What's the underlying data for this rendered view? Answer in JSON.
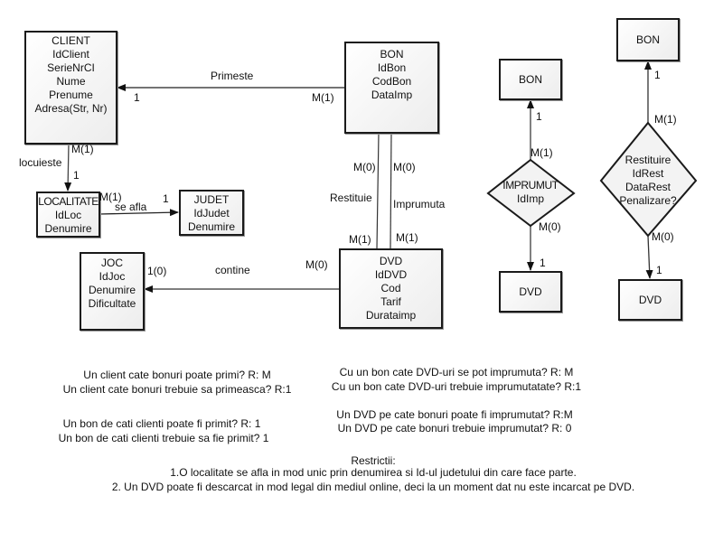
{
  "entities": {
    "client": {
      "lines": [
        "CLIENT",
        "IdClient",
        "SerieNrCI",
        "Nume",
        "Prenume",
        "Adresa(Str, Nr)"
      ]
    },
    "bon_main": {
      "lines": [
        "BON",
        "IdBon",
        "CodBon",
        "DataImp"
      ]
    },
    "localitate": {
      "lines": [
        "LOCALITATE",
        "IdLoc",
        "Denumire"
      ]
    },
    "judet": {
      "lines": [
        "JUDET",
        "IdJudet",
        "Denumire"
      ]
    },
    "joc": {
      "lines": [
        "JOC",
        "IdJoc",
        "Denumire",
        "Dificultate"
      ]
    },
    "dvd_main": {
      "lines": [
        "DVD",
        "IdDVD",
        "Cod",
        "Tarif",
        "Durataimp"
      ]
    },
    "bon_imp": {
      "lines": [
        "BON"
      ]
    },
    "dvd_imp": {
      "lines": [
        "DVD"
      ]
    },
    "bon_rest": {
      "lines": [
        "BON"
      ]
    },
    "dvd_rest": {
      "lines": [
        "DVD"
      ]
    }
  },
  "associations": {
    "imprumut": {
      "lines": [
        "IMPRUMUT",
        "IdImp"
      ]
    },
    "restituire": {
      "lines": [
        "Restituire",
        "IdRest",
        "DataRest",
        "Penalizare?"
      ]
    }
  },
  "relationships": {
    "primeste": {
      "name": "Primeste",
      "card_client": "1",
      "card_bon": "M(1)"
    },
    "locuieste": {
      "name": "locuieste",
      "card_client": "M(1)",
      "card_localitate": "1"
    },
    "se_afla": {
      "name": "se afla",
      "card_localitate": "M(1)",
      "card_judet": "1"
    },
    "contine": {
      "name": "contine",
      "card_joc": "1(0)",
      "card_dvd": "M(0)"
    },
    "restituie": {
      "name": "Restituie",
      "card_bon": "M(0)",
      "card_dvd": "M(1)"
    },
    "imprumuta": {
      "name": "Imprumuta",
      "card_bon": "M(0)",
      "card_dvd": "M(1)"
    },
    "imprumut_bon": {
      "card_bon": "1",
      "card_assoc": "M(1)"
    },
    "imprumut_dvd": {
      "card_assoc": "M(0)",
      "card_dvd": "1"
    },
    "restituire_bon": {
      "card_bon": "1",
      "card_assoc": "M(1)"
    },
    "restituire_dvd": {
      "card_assoc": "M(0)",
      "card_dvd": "1"
    }
  },
  "questions": {
    "client_bon": [
      "Un client cate bonuri poate primi? R: M",
      "Un client cate bonuri trebuie sa primeasca? R:1"
    ],
    "bon_client": [
      "Un bon de cati clienti poate fi primit? R: 1",
      "Un bon de cati clienti trebuie sa fie primit? 1"
    ],
    "bon_dvd": [
      "Cu un bon cate DVD-uri se pot imprumuta?  R: M",
      "Cu un bon  cate DVD-uri trebuie imprumutatate? R:1"
    ],
    "dvd_bon": [
      "Un DVD pe cate bonuri poate fi imprumutat? R:M",
      "Un DVD pe cate bonuri trebuie imprumutat? R: 0"
    ]
  },
  "restrictions": {
    "title": "Restrictii:",
    "items": [
      "1.O localitate se afla in mod unic prin denumirea si Id-ul judetului din care face parte.",
      "2. Un DVD poate fi descarcat in mod legal din mediul online, deci la un moment dat nu este incarcat pe DVD."
    ]
  }
}
